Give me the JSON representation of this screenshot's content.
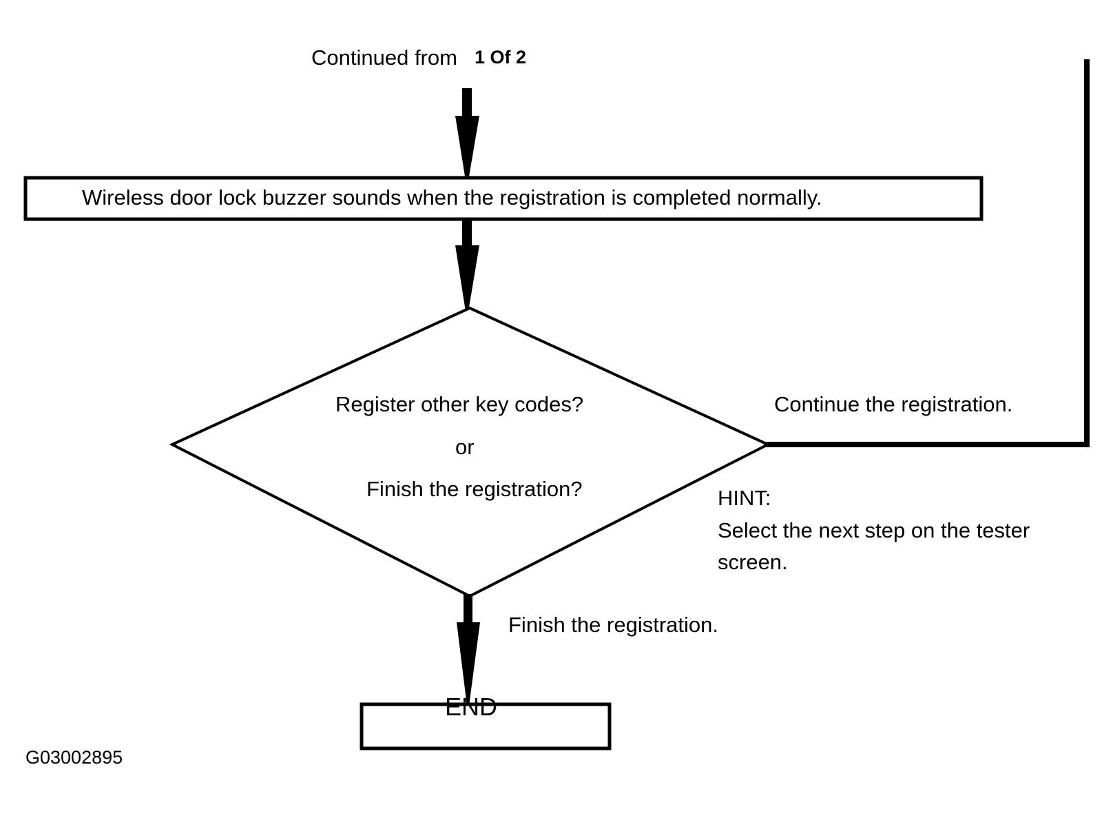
{
  "figure": {
    "id_label": "G03002895",
    "type": "flowchart",
    "line_color": "#000000",
    "background_color": "#ffffff"
  },
  "top_connector": {
    "label": "Continued from",
    "reference": "1 Of 2",
    "arrow_icon": "down-arrow-icon"
  },
  "process_box": {
    "text": "Wireless door lock buzzer sounds when the registration is completed normally."
  },
  "decision": {
    "line_1": "Register other key codes?",
    "line_2": "or",
    "line_3": "Finish the registration?"
  },
  "branches": {
    "right": {
      "label": "Continue the registration.",
      "hint_title": "HINT:",
      "hint_line_1": "Select the next step on the tester",
      "hint_line_2": "screen."
    },
    "down": {
      "label": "Finish the registration."
    }
  },
  "end_box": {
    "text": "END"
  },
  "flow_edges": [
    {
      "name": "edge-top-to-process",
      "from": "top-connector",
      "to": "process-box",
      "style": "arrow-down"
    },
    {
      "name": "edge-process-to-decision",
      "from": "process-box",
      "to": "decision-diamond",
      "style": "arrow-down"
    },
    {
      "name": "edge-decision-right-return",
      "from": "decision-diamond",
      "to": "top-connector",
      "style": "elbow-line-up"
    },
    {
      "name": "edge-decision-to-end",
      "from": "decision-diamond",
      "to": "end-box",
      "style": "arrow-down"
    }
  ]
}
